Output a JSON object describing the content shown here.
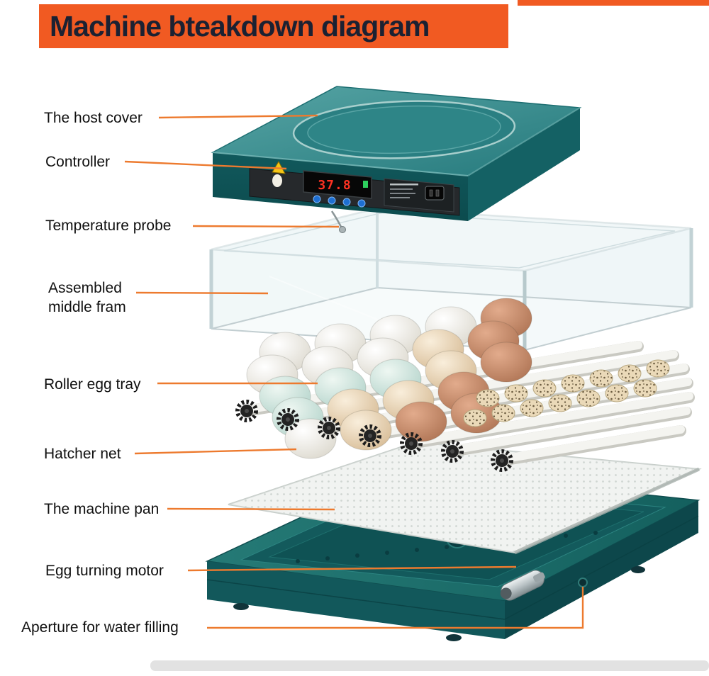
{
  "title": "Machine bteakdown diagram",
  "labels": {
    "host_cover": "The host cover",
    "controller": "Controller",
    "temperature_probe": "Temperature probe",
    "middle_frame_line1": "Assembled",
    "middle_frame_line2": "middle fram",
    "roller_egg_tray": "Roller egg tray",
    "hatcher_net": "Hatcher net",
    "machine_pan": "The machine pan",
    "egg_turning_motor": "Egg turning motor",
    "aperture": "Aperture for water filling"
  },
  "controller_display": {
    "value": "37.8"
  },
  "colors": {
    "banner_orange": "#f15a22",
    "leader_orange": "#ed7a2e",
    "led_red": "#ff3222",
    "cover_teal": "#2f8486",
    "pan_teal": "#1b6b6a"
  }
}
